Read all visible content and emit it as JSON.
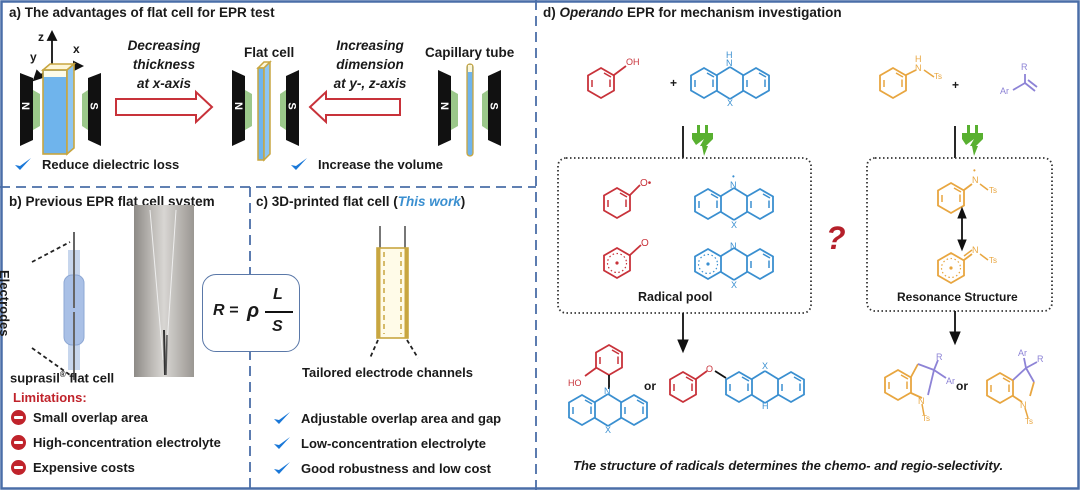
{
  "colors": {
    "frame": "#4a6ea8",
    "red": "#c8323a",
    "blue": "#3a8fd0",
    "orange": "#e8a640",
    "purple": "#8d83d6",
    "green": "#58b030",
    "check_blue": "#1a78d8",
    "this_work": "#3a8fd0",
    "gold": "#c8a640"
  },
  "panel_a": {
    "title": "a) The advantages of flat cell for EPR test",
    "axes": {
      "z": "z",
      "y": "y",
      "x": "x"
    },
    "arrow_left_text": [
      "Decreasing",
      "thickness",
      "at x-axis"
    ],
    "arrow_right_text": [
      "Increasing",
      "dimension",
      "at y-, z-axis"
    ],
    "flat_cell_label": "Flat cell",
    "capillary_label": "Capillary tube",
    "magnet_n": "N",
    "magnet_s": "S",
    "benefits": [
      "Reduce dielectric loss",
      "Increase the volume"
    ]
  },
  "panel_b": {
    "title": "b) Previous EPR flat cell system",
    "electrodes_label": "Electrodes",
    "cell_label": "suprasil",
    "cell_label_sup": "®",
    "cell_label_rest": " flat cell",
    "limitations_title": "Limitations:",
    "limitations": [
      "Small overlap area",
      "High-concentration electrolyte",
      "Expensive costs"
    ]
  },
  "formula": {
    "lhs": "R =",
    "rho": "ρ",
    "numerator": "L",
    "denominator": "S"
  },
  "panel_c": {
    "title_prefix": "c) 3D-printed flat cell (",
    "title_highlight": "This work",
    "title_suffix": ")",
    "channels_label": "Tailored electrode channels",
    "advantages": [
      "Adjustable overlap area and gap",
      "Low-concentration electrolyte",
      "Good robustness and low cost"
    ]
  },
  "panel_d": {
    "title_prefix": "d) ",
    "title_italic": "Operando",
    "title_rest": " EPR for mechanism investigation",
    "plus": "+",
    "or": "or",
    "question": "?",
    "radical_pool_label": "Radical pool",
    "resonance_label": "Resonance Structure",
    "atoms": {
      "OH": "OH",
      "HO": "HO",
      "O": "O",
      "N": "N",
      "H": "H",
      "X": "X",
      "Ts": "Ts",
      "R": "R",
      "Ar": "Ar",
      "radical_dot": "•"
    },
    "conclusion": "The structure of radicals determines the chemo- and regio-selectivity."
  }
}
